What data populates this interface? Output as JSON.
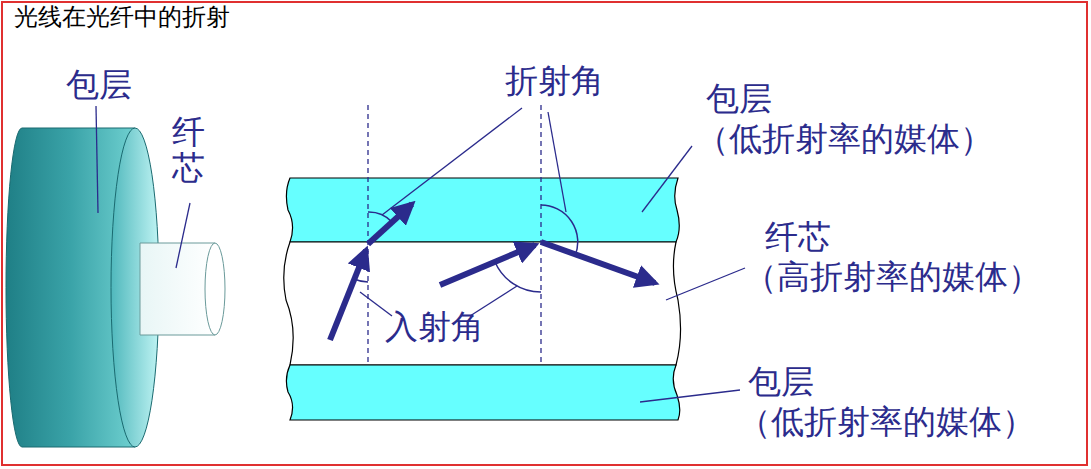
{
  "diagram": {
    "title": "光线在光纤中的折射",
    "labels": [
      "包层",
      "纤芯",
      "折射角",
      "包层",
      "（低折射率的媒体）",
      "纤芯",
      "（高折射率的媒体）",
      "入射角",
      "包层",
      "（低折射率的媒体）"
    ]
  }
}
